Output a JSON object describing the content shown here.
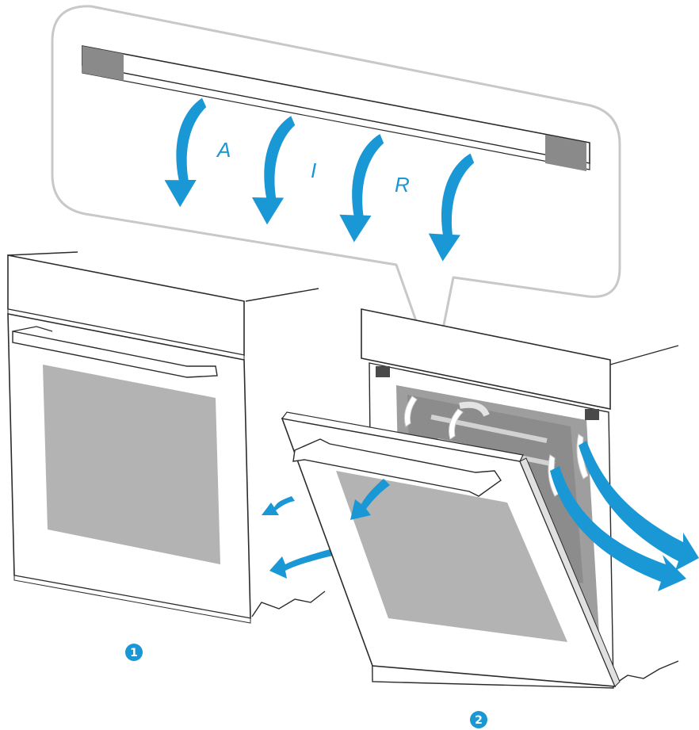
{
  "callout": {
    "letters": [
      "A",
      "I",
      "R"
    ]
  },
  "steps": [
    {
      "number": "1"
    },
    {
      "number": "2"
    }
  ],
  "colors": {
    "arrow_blue": "#1a97d5",
    "glass_grey": "#b3b3b3",
    "cavity_grey": "#9e9e9e",
    "outline": "#2b2b2b",
    "callout_border": "#c8c8c8"
  },
  "icons": [
    "airflow-arrow",
    "step-badge"
  ]
}
